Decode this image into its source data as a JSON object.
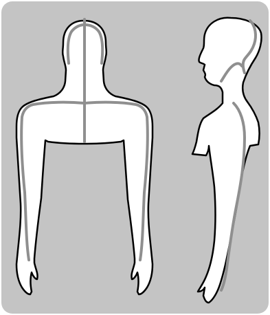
{
  "figure": {
    "views": [
      {
        "id": "back-view",
        "icon": "human-back-silhouette"
      },
      {
        "id": "side-view",
        "icon": "human-side-silhouette"
      }
    ],
    "colors": {
      "panel_background": "#c4c4c4",
      "body_fill": "#ffffff",
      "outline": "#000000",
      "path_line": "#8f8f8f"
    }
  }
}
